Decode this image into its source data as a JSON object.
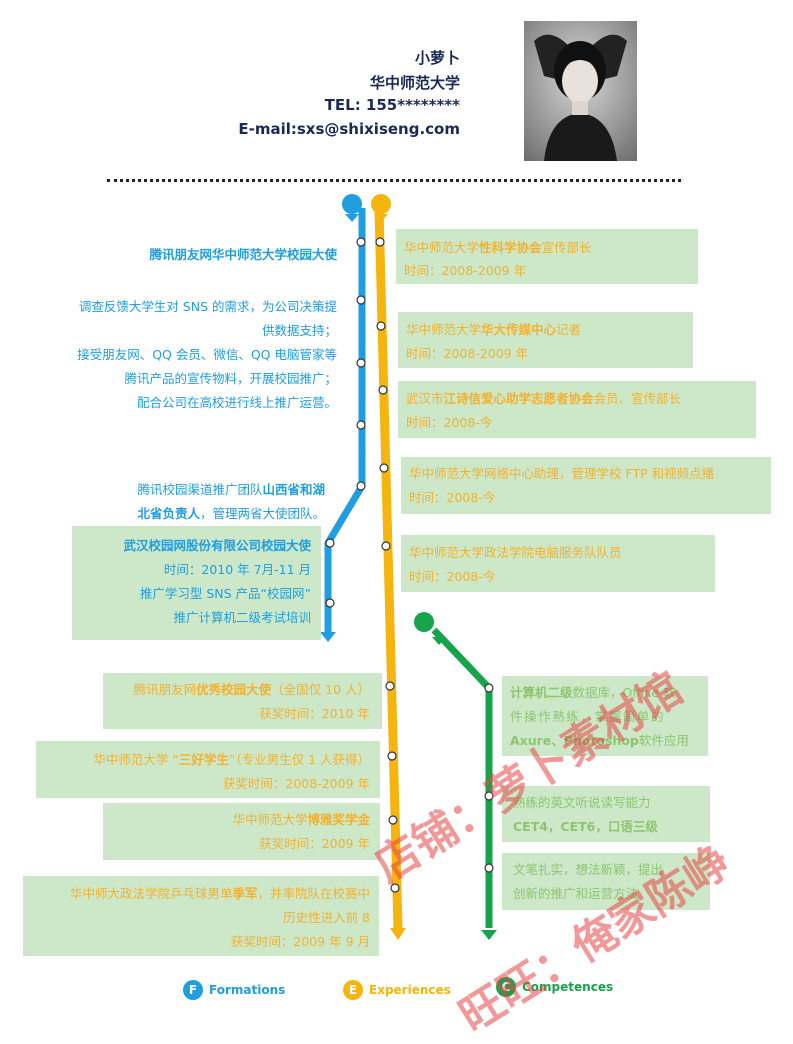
{
  "header": {
    "name": "小萝卜",
    "school": "华中师范大学",
    "tel": "TEL: 155********",
    "email": "E-mail:sxs@shixiseng.com"
  },
  "formations": {
    "title": "腾讯朋友网华中师范大学校园大使",
    "desc": [
      "调查反馈大学生对 SNS 的需求，为公司决策提",
      "供数据支持；",
      "接受朋友网、QQ 会员、微信、QQ 电脑管家等",
      "腾讯产品的宣传物料，开展校园推广；",
      "配合公司在高校进行线上推广运营。"
    ],
    "team_line1_pre": "腾讯校园渠道推广团队",
    "team_line1_bold": "山西省和湖",
    "team_line2_bold": "北省负责人",
    "team_line2_post": "，管理两省大使团队。",
    "wuhan_title": "武汉校园网股份有限公司校园大使",
    "wuhan_time": "时间：2010 年 7月-11 月",
    "wuhan_line3": "推广学习型 SNS 产品“校园网”",
    "wuhan_line4": "推广计算机二级考试培训"
  },
  "experiences": [
    {
      "pre": "华中师范大学",
      "bold": "性科学协会",
      "post": "宣传部长",
      "time": "时间：2008-2009 年"
    },
    {
      "pre": "华中师范大学",
      "bold": "华大传媒中心",
      "post": "记者",
      "time": "时间：2008-2009 年"
    },
    {
      "pre": "武汉市",
      "bold": "江诗信爱心助学志愿者协会",
      "post": "会员、宣传部长",
      "time": "时间：2008-今"
    },
    {
      "pre": "华中师范大学网络中心助理，管理学校 FTP 和视频点播",
      "bold": "",
      "post": "",
      "time": "时间：2008-今"
    },
    {
      "pre": "华中师范大学政法学院电脑服务队队员",
      "bold": "",
      "post": "",
      "time": "时间：2008-今"
    }
  ],
  "awards": [
    {
      "pre": "腾讯朋友网",
      "bold": "优秀校园大使",
      "post": "（全国仅 10 人）",
      "time": "获奖时间：2010 年"
    },
    {
      "pre": "华中师范大学 “",
      "bold": "三好学生",
      "post": "”（专业男生仅 1 人获得）",
      "time": "获奖时间：2008-2009 年"
    },
    {
      "pre": "华中师范大学",
      "bold": "博雅奖学金",
      "post": "",
      "time": "获奖时间：2009 年"
    },
    {
      "pre": "华中师大政法学院乒乓球男单",
      "bold": "季军",
      "post": "，并率院队在校赛中",
      "line2": "历史性进入前 8",
      "time": "获奖时间：2009 年 9 月"
    }
  ],
  "competences": [
    {
      "line1_bold": "计算机二级",
      "line1_post": "数据库，Office 软",
      "line2": "件操作熟练，掌握简单的",
      "line3_bold": "Axure、Photoshop",
      "line3_post": "软件应用"
    },
    {
      "line1": "熟练的英文听说读写能力",
      "line2_bold": "CET4，CET6，口语三级"
    },
    {
      "line1": "文笔扎实，想法新颖，提出",
      "line2": "创新的推广和运营方法"
    }
  ],
  "legend": [
    {
      "letter": "F",
      "label": "Formations",
      "color": "#1f9ee0"
    },
    {
      "letter": "E",
      "label": "Experiences",
      "color": "#f5b50e"
    },
    {
      "letter": "C",
      "label": "Competences",
      "color": "#17a34a"
    }
  ],
  "watermark": {
    "line1": "店铺：萝卜素材馆",
    "line2": "旺旺：俺家陈峥"
  }
}
